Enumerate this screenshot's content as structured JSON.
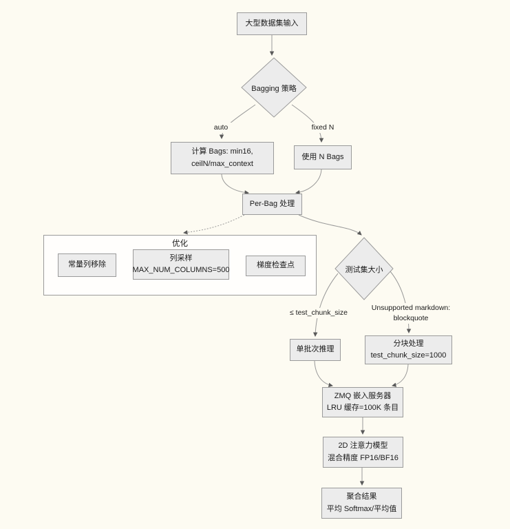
{
  "diagram_type": "flowchart",
  "colors": {
    "background": "#fdfbf2",
    "node_fill": "#ececec",
    "node_border": "#9a9a9a",
    "cluster_fill": "#ffffff",
    "edge_line": "#999999",
    "arrowhead": "#5a5a5a",
    "text": "#1a1a1a"
  },
  "nodes": {
    "input": {
      "label": "大型数据集输入"
    },
    "bagging_strategy": {
      "label": "Bagging 策略"
    },
    "compute_bags": {
      "line1": "计算 Bags: min16,",
      "line2": "ceilN/max_context"
    },
    "use_n_bags": {
      "label": "使用 N Bags"
    },
    "per_bag": {
      "label": "Per-Bag 处理"
    },
    "optimization": {
      "title": "优化"
    },
    "constant_column_removal": {
      "label": "常量列移除"
    },
    "column_sampling": {
      "line1": "列采样",
      "line2": "MAX_NUM_COLUMNS=500"
    },
    "gradient_checkpoint": {
      "label": "梯度检查点"
    },
    "test_set_size": {
      "label": "测试集大小"
    },
    "single_batch_inference": {
      "label": "单批次推理"
    },
    "chunked_processing": {
      "line1": "分块处理",
      "line2": "test_chunk_size=1000"
    },
    "zmq_embedding_server": {
      "line1": "ZMQ 嵌入服务器",
      "line2": "LRU 缓存=100K 条目"
    },
    "attention_model": {
      "line1": "2D 注意力模型",
      "line2": "混合精度 FP16/BF16"
    },
    "aggregate_results": {
      "line1": "聚合结果",
      "line2": "平均 Softmax/平均值"
    }
  },
  "edge_labels": {
    "auto": "auto",
    "fixed_n": "fixed N",
    "le_test_chunk_size": "≤ test_chunk_size",
    "unsupported_line1": "Unsupported markdown:",
    "unsupported_line2": "blockquote"
  }
}
